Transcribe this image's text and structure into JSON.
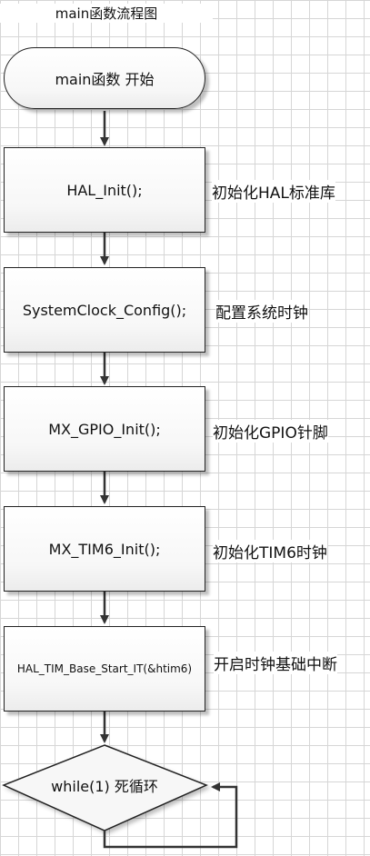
{
  "title": "main函数流程图",
  "start_node": "main函数 开始",
  "steps": [
    {
      "code": "HAL_Init();",
      "note": "初始化HAL标准库"
    },
    {
      "code": "SystemClock_Config();",
      "note": "配置系统时钟"
    },
    {
      "code": "MX_GPIO_Init();",
      "note": "初始化GPIO针脚"
    },
    {
      "code": "MX_TIM6_Init();",
      "note": "初始化TIM6时钟"
    },
    {
      "code": "HAL_TIM_Base_Start_IT(&htim6)",
      "note": "开启时钟基础中断"
    }
  ],
  "loop_node": "while(1) 死循环"
}
